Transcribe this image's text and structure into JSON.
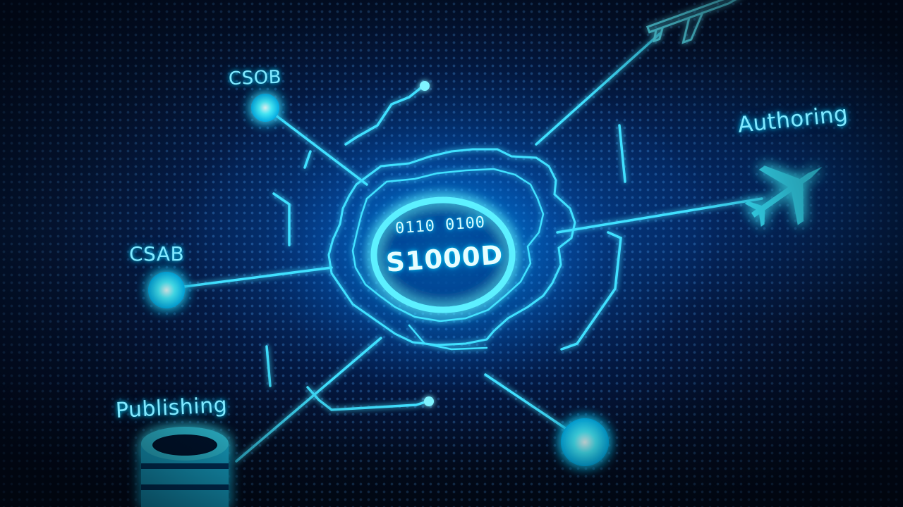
{
  "nodes": {
    "top_left_label": "CSOB",
    "left_label": "CSAB",
    "right_label": "Authoring",
    "bottom_left_label": "Publishing"
  },
  "hub": {
    "binary_text": "0110 0100",
    "title": "S1000D"
  },
  "colors": {
    "glow": "#00e5ff",
    "line": "#3fe0ff",
    "background": "#041231"
  },
  "icons": [
    "airplane-icon",
    "database-icon"
  ]
}
